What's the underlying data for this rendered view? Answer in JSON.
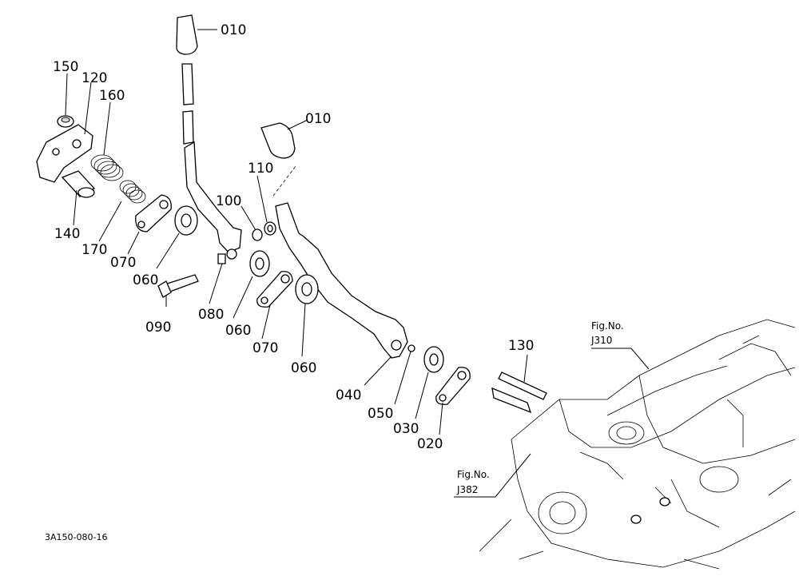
{
  "diagram": {
    "callouts": {
      "p010_top": "010",
      "p010_mid": "010",
      "p150": "150",
      "p120": "120",
      "p160": "160",
      "p140": "140",
      "p170": "170",
      "p070_a": "070",
      "p060_a": "060",
      "p090": "090",
      "p080": "080",
      "p100": "100",
      "p110": "110",
      "p060_b": "060",
      "p070_b": "070",
      "p060_c": "060",
      "p040": "040",
      "p050": "050",
      "p030": "030",
      "p020": "020",
      "p130": "130"
    },
    "fig_refs": {
      "j310_label": "Fig.No.",
      "j310_number": "J310",
      "j382_label": "Fig.No.",
      "j382_number": "J382"
    },
    "drawing_code": "3A150-080-16"
  }
}
